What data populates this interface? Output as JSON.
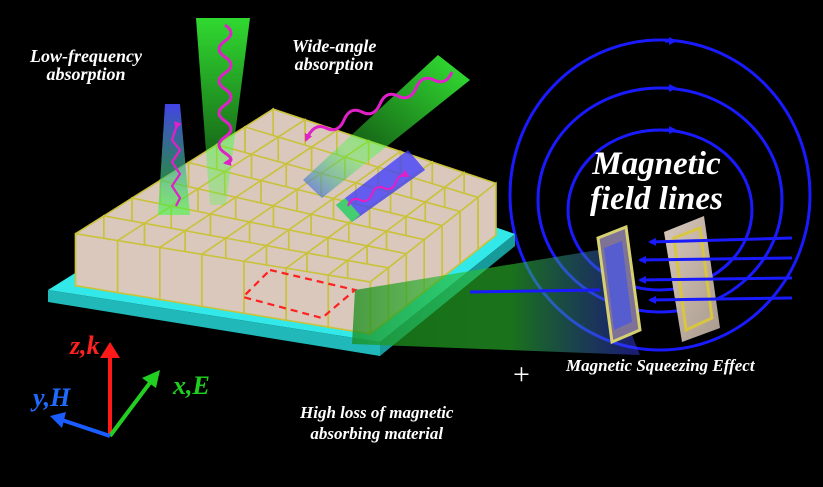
{
  "labels": {
    "low_frequency": [
      "Low-frequency",
      "absorption"
    ],
    "wide_angle": [
      "Wide-angle",
      "absorption"
    ],
    "magnetic_field": [
      "Magnetic",
      "field lines"
    ],
    "squeezing": "Magnetic Squeezing Effect",
    "high_loss": [
      "High loss of magnetic",
      "absorbing material"
    ],
    "plus": "+"
  },
  "axes": {
    "z": {
      "label": "z,k",
      "color": "#ff1a1a"
    },
    "x": {
      "label": "x,E",
      "color": "#22d022"
    },
    "y": {
      "label": "y,H",
      "color": "#1a5cff"
    }
  },
  "colors": {
    "substrate": "#2ee6e6",
    "fin_face": "#d9c8bb",
    "fin_edge": "#c9c23a",
    "beam_green": "#39ff39",
    "beam_blue": "#3a3aff",
    "wave": "#e020c8",
    "field_line": "#1a1aff",
    "selection": "#ff2020"
  },
  "icons": [
    "arrow-icon",
    "wave-icon"
  ]
}
